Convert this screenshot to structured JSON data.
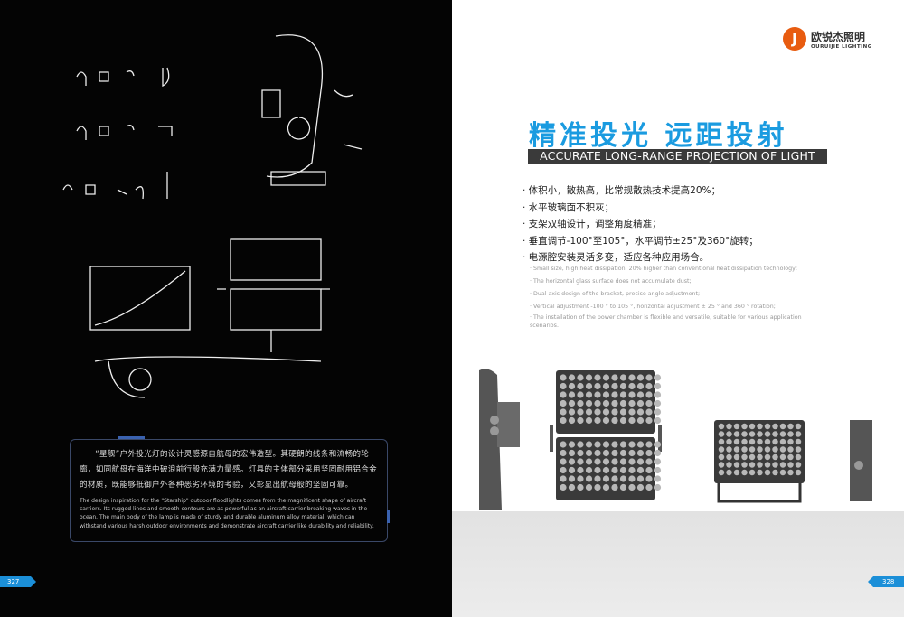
{
  "left_page": {
    "description_cn": "“星舰”户外投光灯的设计灵感源自航母的宏伟造型。其硬朗的线条和流畅的轮廓，如同航母在海洋中破浪前行般充满力量感。灯具的主体部分采用坚固耐用铝合金的材质，既能够抵御户外各种恶劣环境的考验，又彰显出航母般的坚固可靠。",
    "description_en": "The design inspiration for the \"Starship\" outdoor floodlights comes from the magnificent shape of aircraft carriers. Its rugged lines and smooth contours are as powerful as an aircraft carrier breaking waves in the ocean. The main body of the lamp is made of sturdy and durable aluminum alloy material, which can withstand various harsh outdoor environments and demonstrate aircraft carrier like durability and reliability.",
    "page_number": "327"
  },
  "right_page": {
    "logo": {
      "cn": "欧锐杰照明",
      "en": "OURUIJIE LIGHTING",
      "mark": "J"
    },
    "title": "精准投光  远距投射",
    "subtitle": "ACCURATE LONG-RANGE PROJECTION OF LIGHT",
    "features_cn": [
      "· 体积小，散热高，比常规散热技术提高20%；",
      "· 水平玻璃面不积灰；",
      "· 支架双轴设计，调整角度精准；",
      "· 垂直调节-100°至105°，水平调节±25°及360°旋转；",
      "· 电源腔安装灵活多变，适应各种应用场合。"
    ],
    "features_en": [
      "· Small size, high heat dissipation, 20% higher than conventional heat dissipation technology;",
      "· The horizontal glass surface does not accumulate dust;",
      "· Dual axis design of the bracket, precise angle adjustment;",
      "· Vertical adjustment -100 ° to 105 °, horizontal adjustment ± 25 ° and 360 ° rotation;",
      "· The installation of the power chamber is flexible and versatile, suitable for various application scenarios."
    ],
    "page_number": "328",
    "accent": "#1a9be0"
  }
}
